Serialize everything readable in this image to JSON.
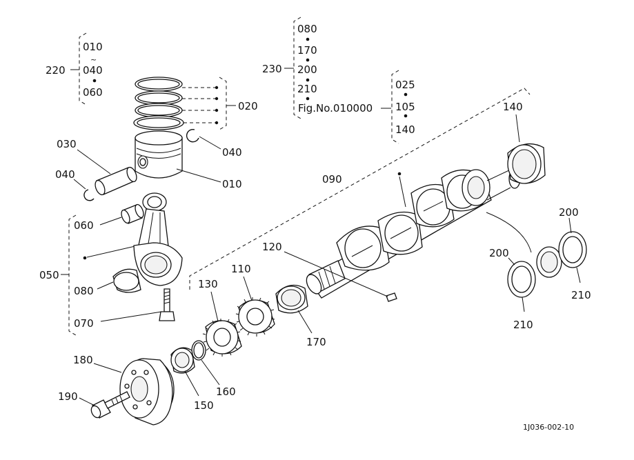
{
  "figure_code": "1J036-002-10",
  "fig_ref": "Fig.No.010000",
  "callouts": {
    "p010": "010",
    "p020": "020",
    "p025": "025",
    "p030": "030",
    "p040a": "040",
    "p040b": "040",
    "p050": "050",
    "p060": "060",
    "p070": "070",
    "p080": "080",
    "p090": "090",
    "p105": "105",
    "p110": "110",
    "p120": "120",
    "p130": "130",
    "p140a": "140",
    "p140b": "140",
    "p150": "150",
    "p160": "160",
    "p170": "170",
    "p180": "180",
    "p190": "190",
    "p200a": "200",
    "p200b": "200",
    "p210a": "210",
    "p210b": "210",
    "p220": "220",
    "p230": "230"
  },
  "group220": {
    "items": [
      "010",
      "040",
      "060"
    ],
    "range_mark": "~"
  },
  "group230": {
    "items": [
      "080",
      "170",
      "200",
      "210"
    ]
  },
  "group_fig": {
    "items": [
      "025",
      "105",
      "140"
    ]
  }
}
